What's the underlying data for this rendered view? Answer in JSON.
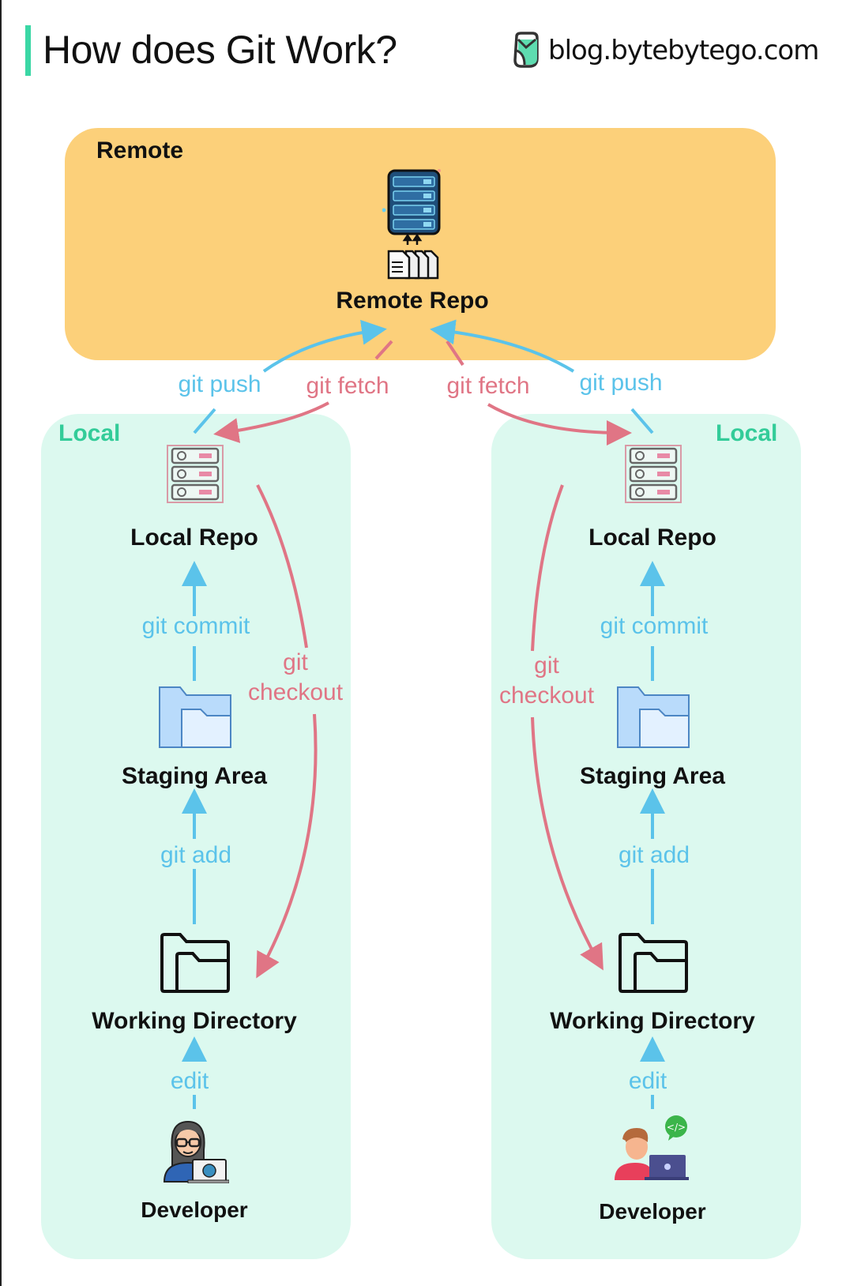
{
  "header": {
    "title": "How does Git Work?",
    "brand_text": "blog.bytebytego.com",
    "accent_color": "#3ad7a5"
  },
  "remote": {
    "zone_label": "Remote",
    "repo_label": "Remote Repo",
    "zone_color": "#fcd07a"
  },
  "locals": [
    {
      "zone_label": "Local",
      "local_repo_label": "Local Repo",
      "staging_label": "Staging Area",
      "working_dir_label": "Working Directory",
      "developer_label": "Developer",
      "commands": {
        "push": "git push",
        "fetch": "git fetch",
        "commit": "git commit",
        "add": "git add",
        "edit": "edit",
        "checkout_line1": "git",
        "checkout_line2": "checkout"
      }
    },
    {
      "zone_label": "Local",
      "local_repo_label": "Local Repo",
      "staging_label": "Staging Area",
      "working_dir_label": "Working Directory",
      "developer_label": "Developer",
      "commands": {
        "push": "git push",
        "fetch": "git fetch",
        "commit": "git commit",
        "add": "git add",
        "edit": "edit",
        "checkout_line1": "git",
        "checkout_line2": "checkout"
      }
    }
  ],
  "colors": {
    "local_zone": "#dcf9ef",
    "local_label": "#33cc99",
    "blue_flow": "#5bc3ea",
    "red_flow": "#e07585"
  }
}
